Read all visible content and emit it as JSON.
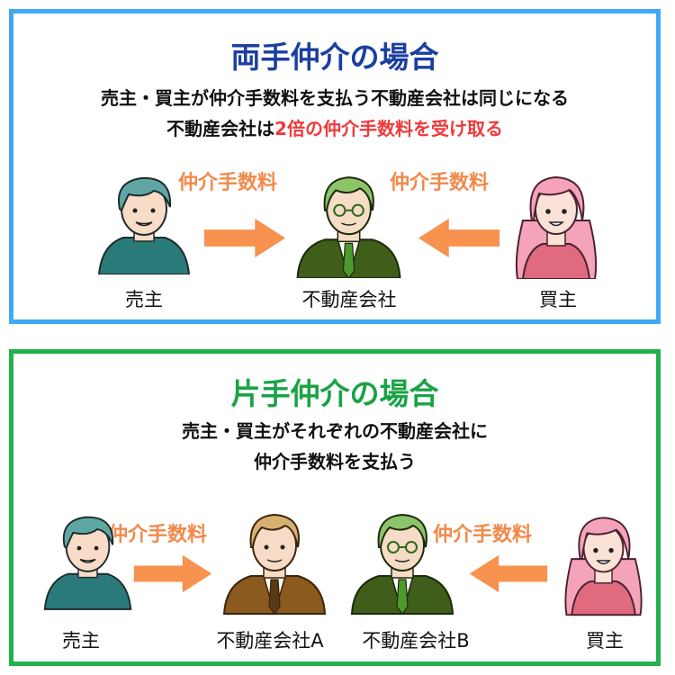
{
  "top": {
    "title": "両手仲介の場合",
    "line1": "売主・買主が仲介手数料を支払う不動産会社は同じになる",
    "line2_prefix": "不動産会社は",
    "line2_emph": "2倍の仲介手数料を受け取る",
    "fee_left": "仲介手数料",
    "fee_right": "仲介手数料",
    "seller": "売主",
    "agent": "不動産会社",
    "buyer": "買主"
  },
  "bottom": {
    "title": "片手仲介の場合",
    "line1": "売主・買主がそれぞれの不動産会社に",
    "line2": "仲介手数料を支払う",
    "fee_left": "仲介手数料",
    "fee_right": "仲介手数料",
    "seller": "売主",
    "agent_a": "不動産会社A",
    "agent_b": "不動産会社B",
    "buyer": "買主"
  },
  "colors": {
    "top_border": "#3fa9f5",
    "bottom_border": "#22b14c",
    "title_top": "#1b3fa0",
    "title_bottom": "#1aa346",
    "emphasis": "#f03a3a",
    "fee_text": "#f2894a",
    "arrow": "#f7924f"
  },
  "icons": [
    "seller-person-icon",
    "agent-person-icon",
    "buyer-person-icon",
    "arrow-right-icon",
    "arrow-left-icon"
  ]
}
